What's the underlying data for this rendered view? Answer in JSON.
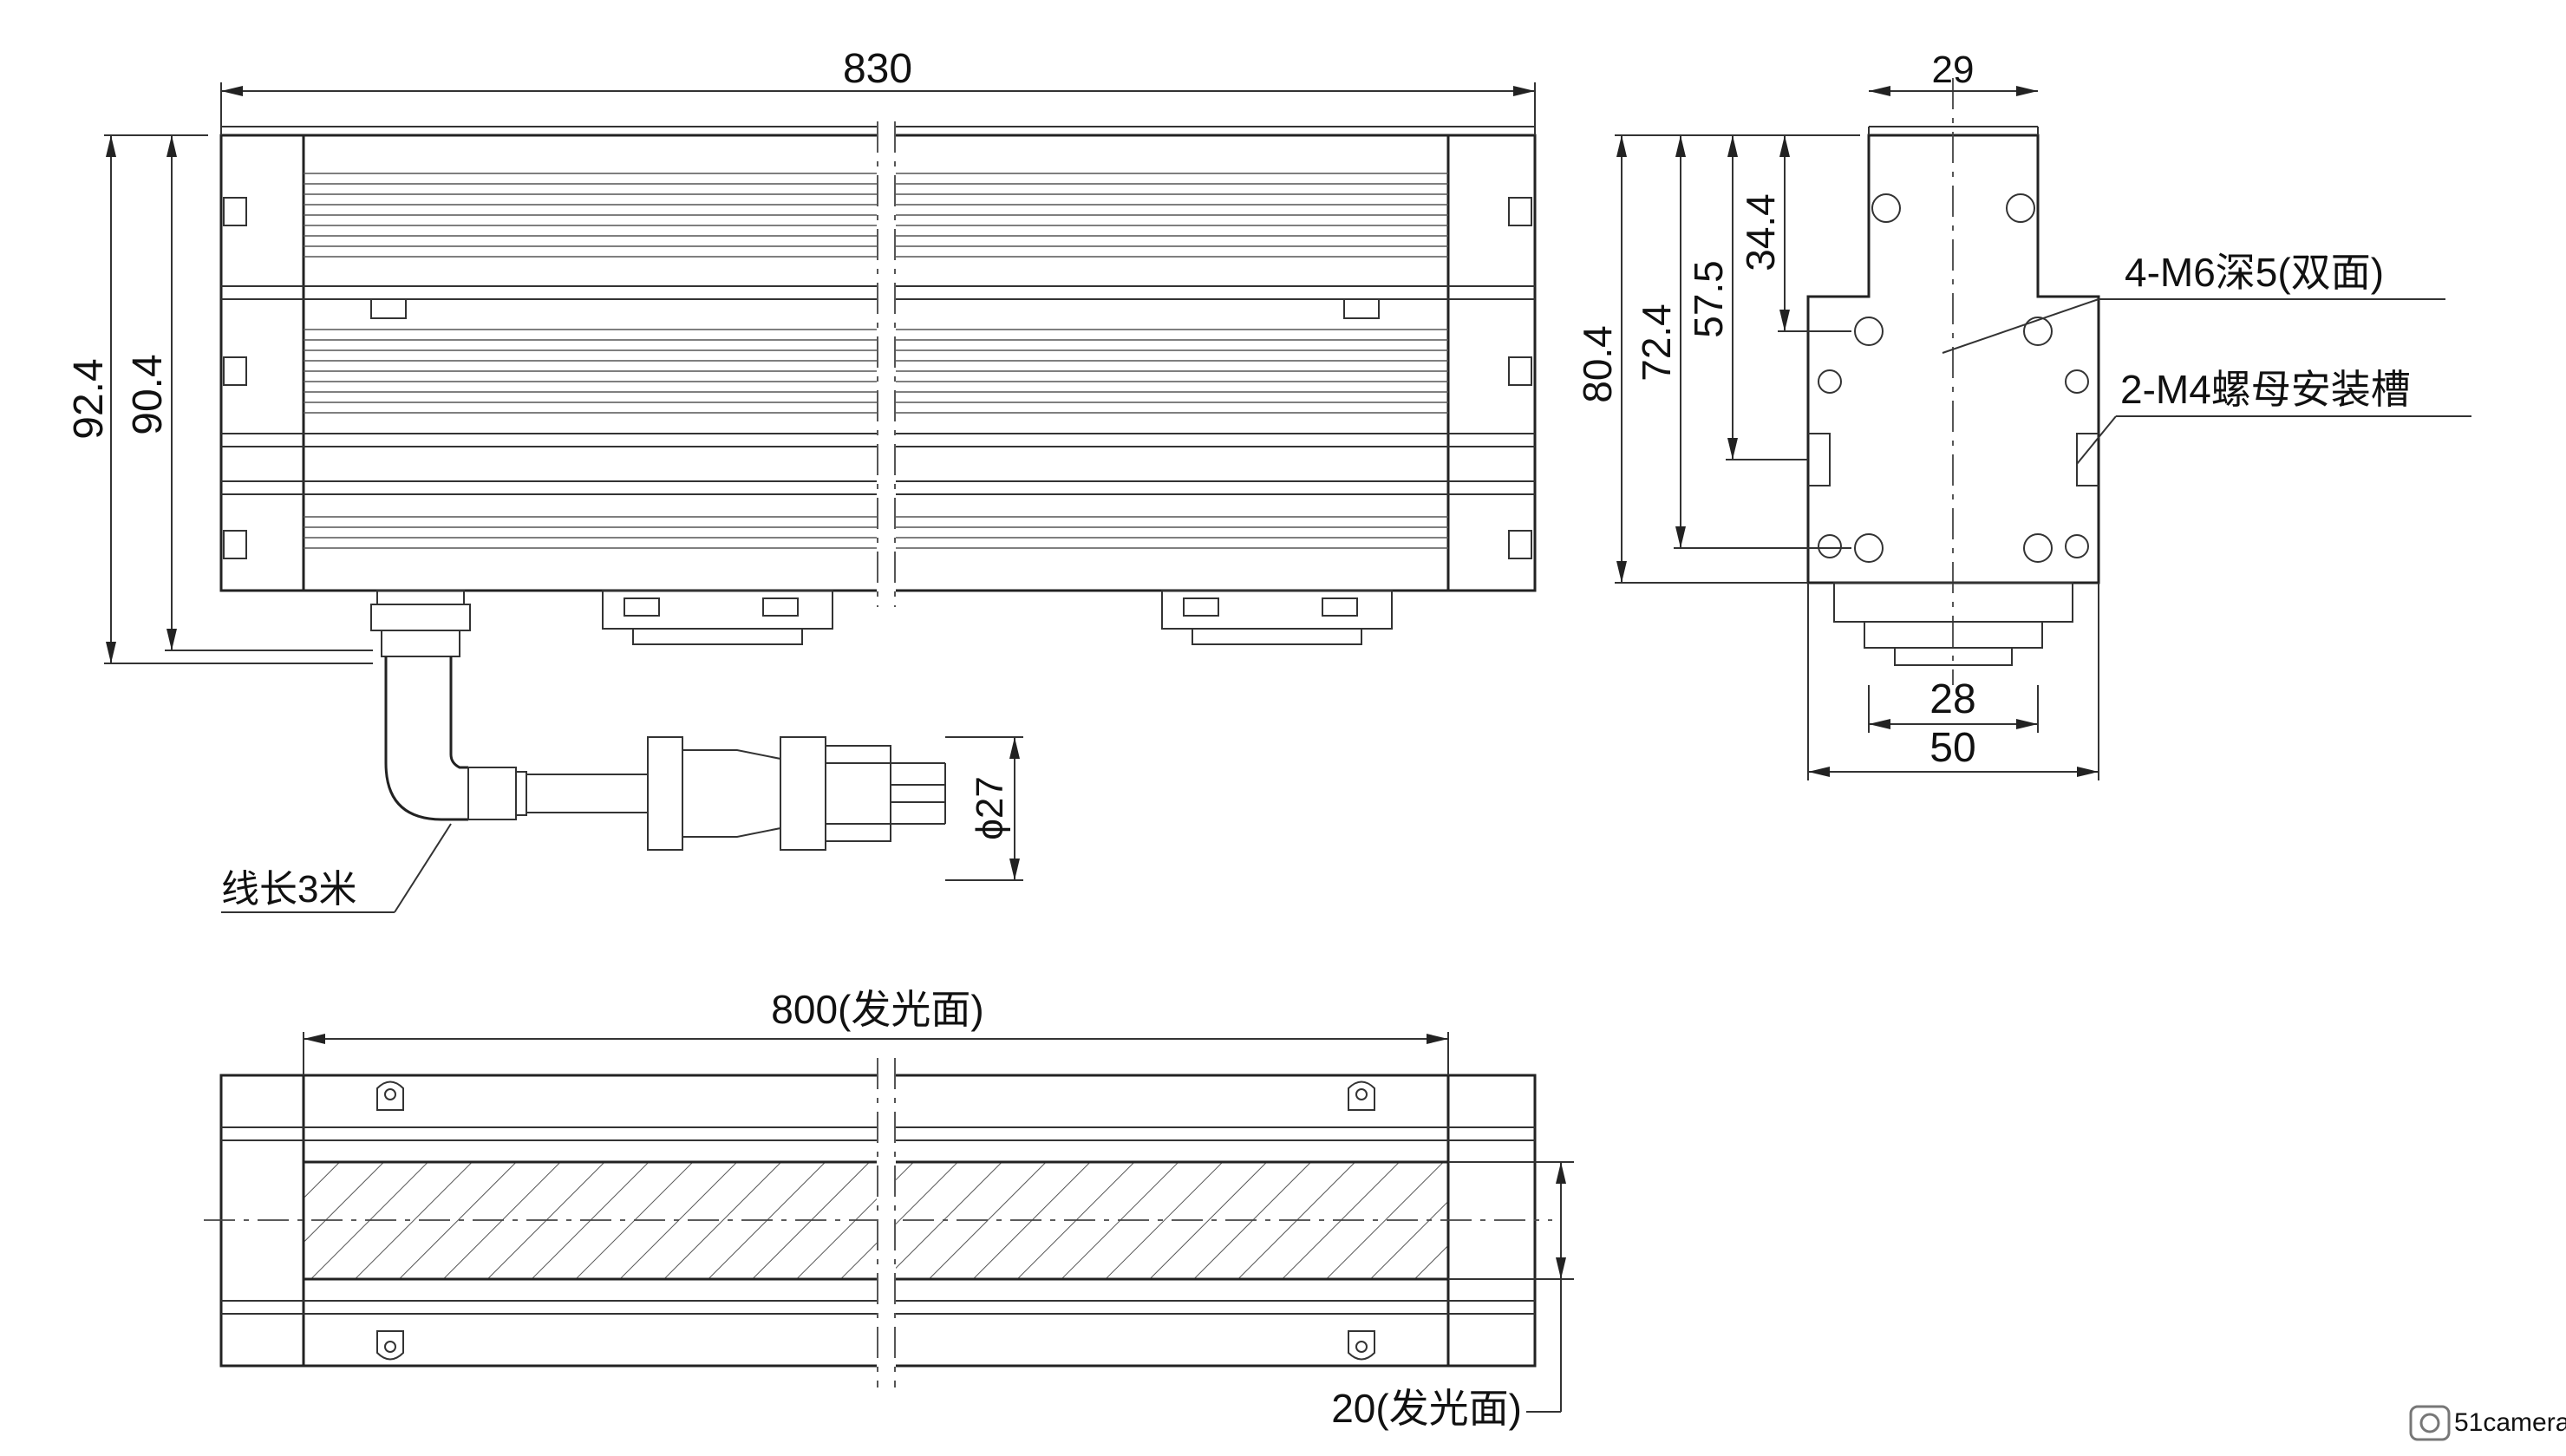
{
  "front_view": {
    "overall_length": "830",
    "overall_height": "92.4",
    "body_height": "90.4",
    "connector_diameter": "ϕ27",
    "cable_length_note": "线长3米"
  },
  "side_view": {
    "top_width": "29",
    "total_height": "80.4",
    "h_72_4": "72.4",
    "h_57_5": "57.5",
    "h_34_4": "34.4",
    "bottom_width_inner": "28",
    "bottom_width_outer": "50",
    "note_m6": "4-M6深5(双面)",
    "note_m4": "2-M4螺母安装槽"
  },
  "bottom_view": {
    "emitting_length": "800(发光面)",
    "emitting_width": "20(发光面)"
  },
  "watermark": {
    "brand": "51camera"
  }
}
